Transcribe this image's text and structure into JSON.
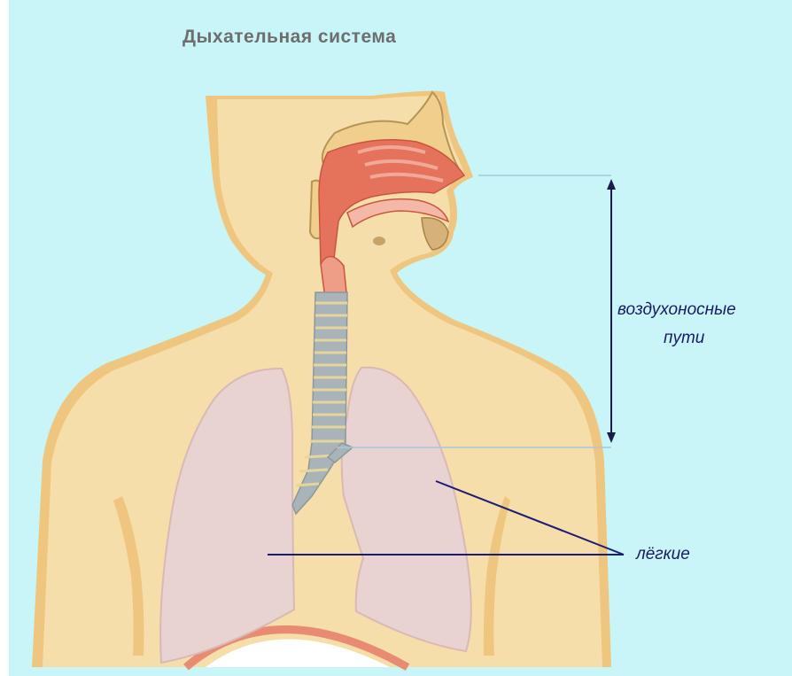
{
  "title": "Дыхательная система",
  "labels": {
    "airways_line1": "воздухоносные",
    "airways_line2": "пути",
    "lungs": "лёгкие"
  },
  "colors": {
    "background": "#c8f5f7",
    "skin": "#f5dea9",
    "skin_outline": "#efc680",
    "lungs": "#e9d3d1",
    "nasal": "#e5735c",
    "trachea": "#a9b4b9",
    "bone": "#f0cf8c",
    "label_text": "#1a1a66",
    "pointer_line": "#1b1b78",
    "guide_line": "#a8c8da"
  }
}
